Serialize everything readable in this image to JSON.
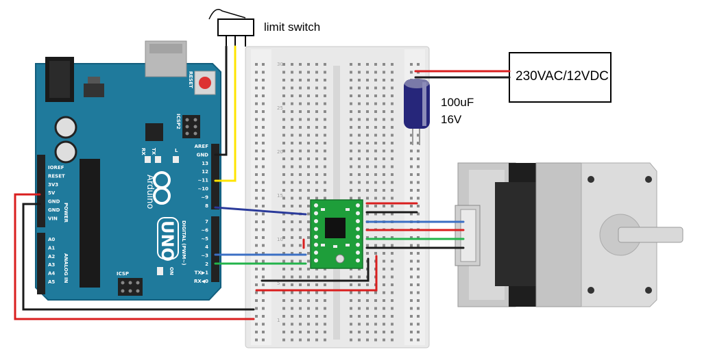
{
  "labels": {
    "limit_switch": "limit switch",
    "psu": "230VAC/12VDC",
    "cap_value": "100uF",
    "cap_voltage": "16V"
  },
  "arduino": {
    "logo": "Arduino",
    "model": "UNO",
    "reset": "RESET",
    "icsp2": "ICSP2",
    "icsp": "ICSP",
    "tx": "TX",
    "rx": "RX",
    "l": "L",
    "on": "ON",
    "digital": "DIGITAL (PWM~)",
    "power": "POWER",
    "analog": "ANALOG IN",
    "left_pins": [
      "IOREF",
      "RESET",
      "3V3",
      "5V",
      "GND",
      "GND",
      "VIN",
      "A0",
      "A1",
      "A2",
      "A3",
      "A4",
      "A5"
    ],
    "right_pins_top": [
      "AREF",
      "GND",
      "13",
      "12",
      "~11",
      "~10",
      "~9",
      "8"
    ],
    "right_pins_bottom": [
      "7",
      "~6",
      "~5",
      "4",
      "~3",
      "2",
      "TX▶1",
      "RX◀0"
    ]
  },
  "breadboard": {
    "numbers": [
      "30",
      "25",
      "20",
      "15",
      "10",
      "5",
      "1"
    ]
  },
  "colors": {
    "board": "#1f7a9c",
    "board_edge": "#125e7d",
    "driver": "#1e9e3a",
    "wire_red": "#d91e1e",
    "wire_black": "#1a1a1a",
    "wire_blue": "#3b6fc4",
    "wire_green": "#22b34a",
    "wire_yellow": "#ffe400",
    "wire_navy": "#2a3a9a"
  }
}
